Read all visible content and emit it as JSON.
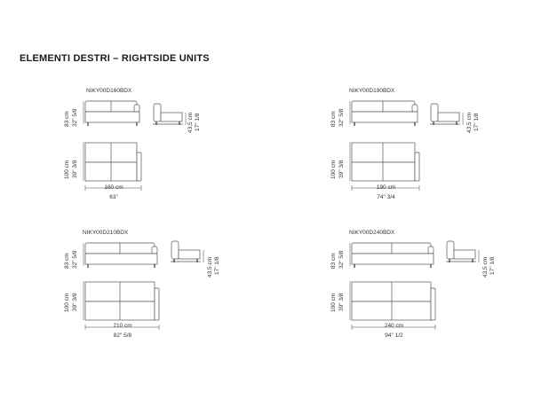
{
  "page": {
    "title": "ELEMENTI DESTRI – RIGHTSIDE UNITS"
  },
  "units": [
    {
      "code": "NIKY00D160BDX",
      "height_cm": "83 cm",
      "height_in": "32\" 5/8",
      "depth_cm": "100 cm",
      "depth_in": "39\" 3/8",
      "width_cm": "160 cm",
      "width_in": "63\"",
      "side_height_cm": "43,5 cm",
      "side_height_in": "17\" 1/8"
    },
    {
      "code": "NIKY00D190BDX",
      "height_cm": "83 cm",
      "height_in": "32\" 5/8",
      "depth_cm": "100 cm",
      "depth_in": "39\" 3/8",
      "width_cm": "190 cm",
      "width_in": "74\" 3/4",
      "side_height_cm": "43,5 cm",
      "side_height_in": "17\" 1/8"
    },
    {
      "code": "NIKY00D210BDX",
      "height_cm": "83 cm",
      "height_in": "32\" 5/8",
      "depth_cm": "100 cm",
      "depth_in": "39\" 3/8",
      "width_cm": "210 cm",
      "width_in": "82\" 5/8",
      "side_height_cm": "43,5 cm",
      "side_height_in": "17\" 1/8"
    },
    {
      "code": "NIKY00D240BDX",
      "height_cm": "83 cm",
      "height_in": "32\" 5/8",
      "depth_cm": "100 cm",
      "depth_in": "39\" 3/8",
      "width_cm": "240 cm",
      "width_in": "94\" 1/2",
      "side_height_cm": "43,5 cm",
      "side_height_in": "17\" 1/8"
    }
  ]
}
